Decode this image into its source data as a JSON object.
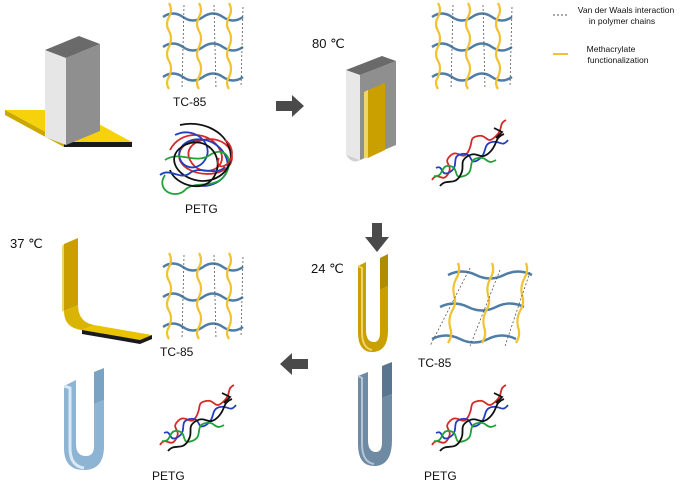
{
  "legend": {
    "vdw_line1": "Van der Waals interaction",
    "vdw_line2": "in polymer chains",
    "meth_line1": "Methacrylate",
    "meth_line2": "functionalization"
  },
  "temperatures": {
    "t1": "80 ℃",
    "t2": "24 ℃",
    "t3": "37 ℃"
  },
  "labels": {
    "tc85": "TC-85",
    "petg": "PETG"
  },
  "colors": {
    "chain": "#4f7da6",
    "methacrylate": "#f1c232",
    "vdw": "#555555",
    "arrow": "#4a4a4a",
    "tc85_gold": "#c9a000",
    "petg_blue": "#6f8aa3"
  }
}
